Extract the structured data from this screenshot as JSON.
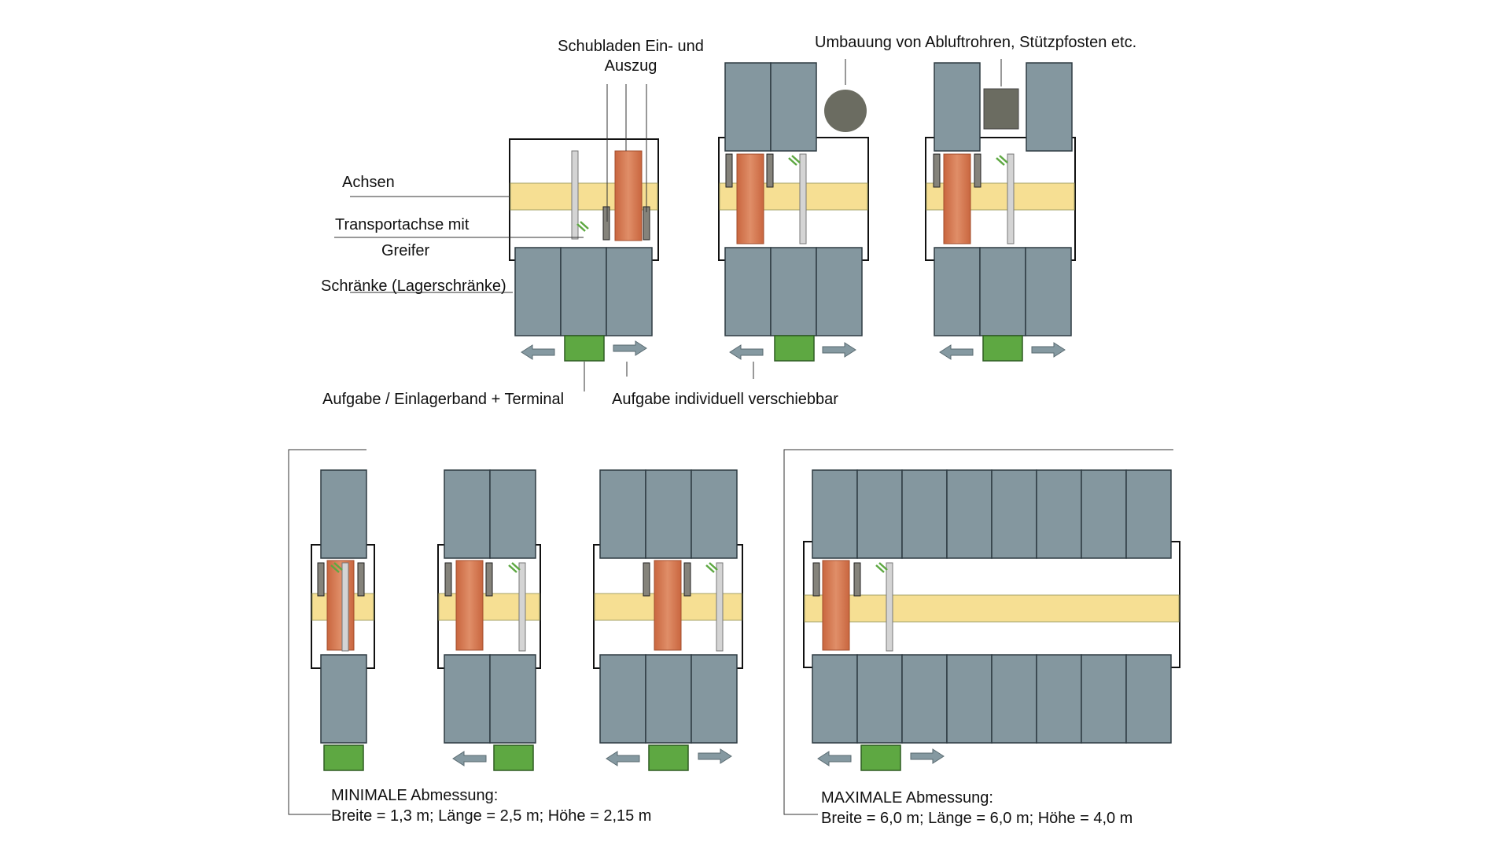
{
  "labels": {
    "drawers_line1": "Schubladen Ein- und",
    "drawers_line2": "Auszug",
    "enclosure": "Umbauung von Abluftrohren, Stützpfosten etc.",
    "axes": "Achsen",
    "transport_line1": "Transportachse mit",
    "transport_line2": "Greifer",
    "cabinets": "Schränke (Lagerschränke)",
    "input": "Aufgabe / Einlagerband + Terminal",
    "shiftable": "Aufgabe individuell verschiebbar"
  },
  "min_dims": {
    "heading": "MINIMALE Abmessung:",
    "values": "Breite = 1,3 m; Länge = 2,5 m; Höhe = 2,15 m"
  },
  "max_dims": {
    "heading": "MAXIMALE Abmessung:",
    "values": "Breite = 6,0 m; Länge = 6,0 m; Höhe = 4,0 m"
  },
  "colors": {
    "cabinet": "#84979f",
    "axis_band": "#f6df93",
    "drawer": "#d8805a",
    "input_belt": "#5ea842",
    "arrow": "#8599a1",
    "obstacle": "#6b6c61",
    "rail": "#d4d4d4"
  }
}
